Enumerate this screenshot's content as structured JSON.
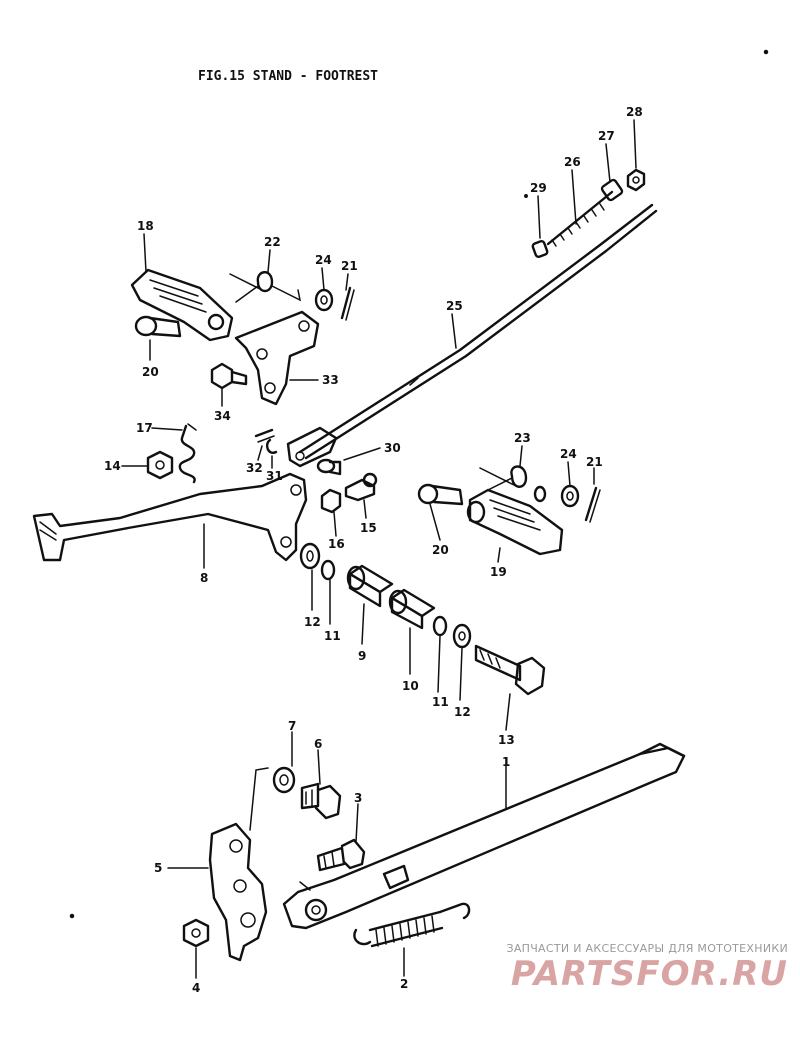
{
  "title": "FIG.15  STAND - FOOTREST",
  "watermark": {
    "tagline": "ЗАПЧАСТИ И АКСЕССУАРЫ ДЛЯ МОТОТЕХНИКИ",
    "brand": "PARTSFOR.RU"
  },
  "colors": {
    "ink": "#111111",
    "background": "#ffffff",
    "watermark_brand": "#d9a4a4",
    "watermark_text": "#9a9a9a"
  },
  "callouts": {
    "c18": "18",
    "c22": "22",
    "c24a": "24",
    "c21a": "21",
    "c20a": "20",
    "c34": "34",
    "c33": "33",
    "c25": "25",
    "c29": "29",
    "c26": "26",
    "c27": "27",
    "c28": "28",
    "c17": "17",
    "c14": "14",
    "c32": "32",
    "c31": "31",
    "c30": "30",
    "c15": "15",
    "c16": "16",
    "c8": "8",
    "c12a": "12",
    "c11a": "11",
    "c9": "9",
    "c10": "10",
    "c11b": "11",
    "c12b": "12",
    "c13": "13",
    "c23": "23",
    "c24b": "24",
    "c21b": "21",
    "c20b": "20",
    "c19": "19",
    "c7": "7",
    "c6": "6",
    "c3": "3",
    "c5": "5",
    "c1": "1",
    "c4": "4",
    "c2": "2"
  }
}
